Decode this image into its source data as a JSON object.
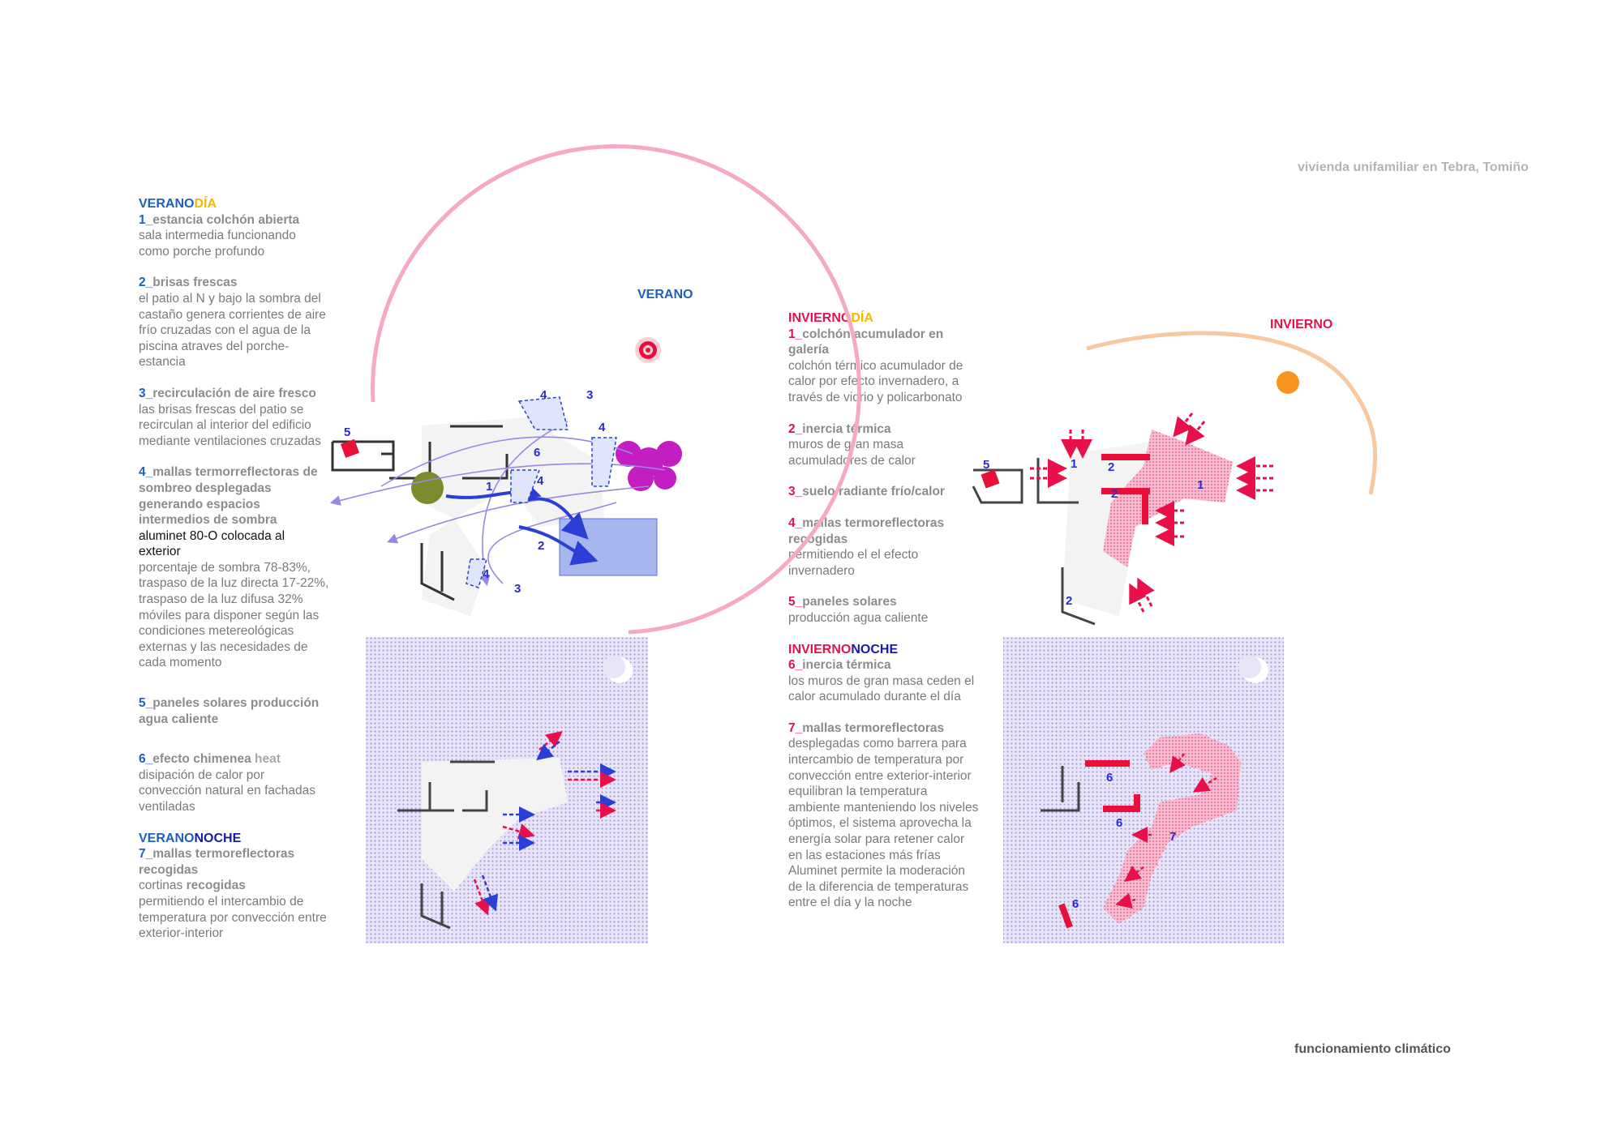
{
  "header": {
    "project": "vivienda unifamiliar en Tebra, Tomiño"
  },
  "footer": {
    "sheet": "funcionamiento climático"
  },
  "labels": {
    "verano": "VERANO",
    "invierno": "INVIERNO"
  },
  "verano": {
    "dia_a": "VERANO",
    "dia_b": "DÍA",
    "i1": {
      "num": "1_",
      "title": "estancia colchón abierta",
      "text": "sala intermedia funcionando como porche profundo"
    },
    "i2": {
      "num": "2_",
      "title": "brisas frescas",
      "text": "el patio al N y bajo la sombra del castaño genera corrientes de aire frío cruzadas con el agua de la piscina atraves del porche-estancia"
    },
    "i3": {
      "num": "3_",
      "title": "recirculación de aire fresco",
      "text": "las brisas frescas del patio se recirculan al interior del edificio mediante ventilaciones cruzadas"
    },
    "i4": {
      "num": "4_",
      "title": "mallas termorreflectoras de sombreo desplegadas generando espacios intermedios de sombra",
      "black": "aluminet 80-O colocada al exterior",
      "text": "porcentaje de sombra 78-83%, traspaso de la luz directa 17-22%, traspaso de la luz difusa 32% móviles para disponer según las condiciones metereológicas externas y las necesidades de cada momento"
    },
    "i5": {
      "num": "5_",
      "title": "paneles solares producción agua caliente"
    },
    "i6": {
      "num": "6_",
      "title": "efecto chimenea",
      "extra": "heat",
      "text": "disipación de calor por convección natural en fachadas ventiladas"
    },
    "noche_a": "VERANO",
    "noche_b": "NOCHE",
    "i7": {
      "num": "7_",
      "title": "mallas termoreflectoras recogidas",
      "text_a": "cortinas",
      "text_b": "recogidas",
      "text_c": "permitiendo el intercambio de temperatura por convección entre exterior-interior"
    }
  },
  "invierno": {
    "dia_a": "INVIERNO",
    "dia_b": "DÍA",
    "i1": {
      "num": "1_",
      "title": "colchón acumulador en galería",
      "text": "colchón térmico acumulador de calor por efecto invernadero, a través de vidrio y policarbonato"
    },
    "i2": {
      "num": "2_",
      "title": "inercia térmica",
      "text": "muros de gran masa acumuladores de calor"
    },
    "i3": {
      "num": "3_",
      "title": "suelo radiante frío/calor"
    },
    "i4": {
      "num": "4_",
      "title": "mallas termoreflectoras recogidas",
      "text": "permitiendo el el efecto invernadero"
    },
    "i5": {
      "num": "5_",
      "title": "paneles solares",
      "text": "producción agua caliente"
    },
    "noche_a": "INVIERNO",
    "noche_b": "NOCHE",
    "i6": {
      "num": "6_",
      "title": "inercia térmica",
      "text": "los muros de gran masa ceden el calor acumulado durante el día"
    },
    "i7": {
      "num": "7_",
      "title": "mallas termoreflectoras",
      "text": "desplegadas como barrera para intercambio de temperatura por convección entre exterior-interior equilibran la temperatura ambiente manteniendo los niveles óptimos, el sistema aprovecha la energía solar para retener calor en las estaciones más frías Aluminet permite la moderación de la diferencia de temperaturas entre el día y la noche"
    }
  },
  "diagram_numbers": {
    "n1": "1",
    "n2": "2",
    "n3": "3",
    "n4": "4",
    "n5": "5",
    "n6": "6",
    "n7": "7"
  },
  "colors": {
    "blue": "#1f5fbf",
    "yellow": "#f2b705",
    "red": "#e0144d",
    "navy": "#1a1aa8",
    "pink_arc": "#f7a8c4",
    "orange_arc": "#f8c9a0",
    "night_bg": "#d9d3f2"
  },
  "icons": [
    "sun-icon-red",
    "sun-icon-orange",
    "moon-icon",
    "solar-panel-icon",
    "arrow-icon",
    "tree-icon",
    "flower-icon"
  ]
}
